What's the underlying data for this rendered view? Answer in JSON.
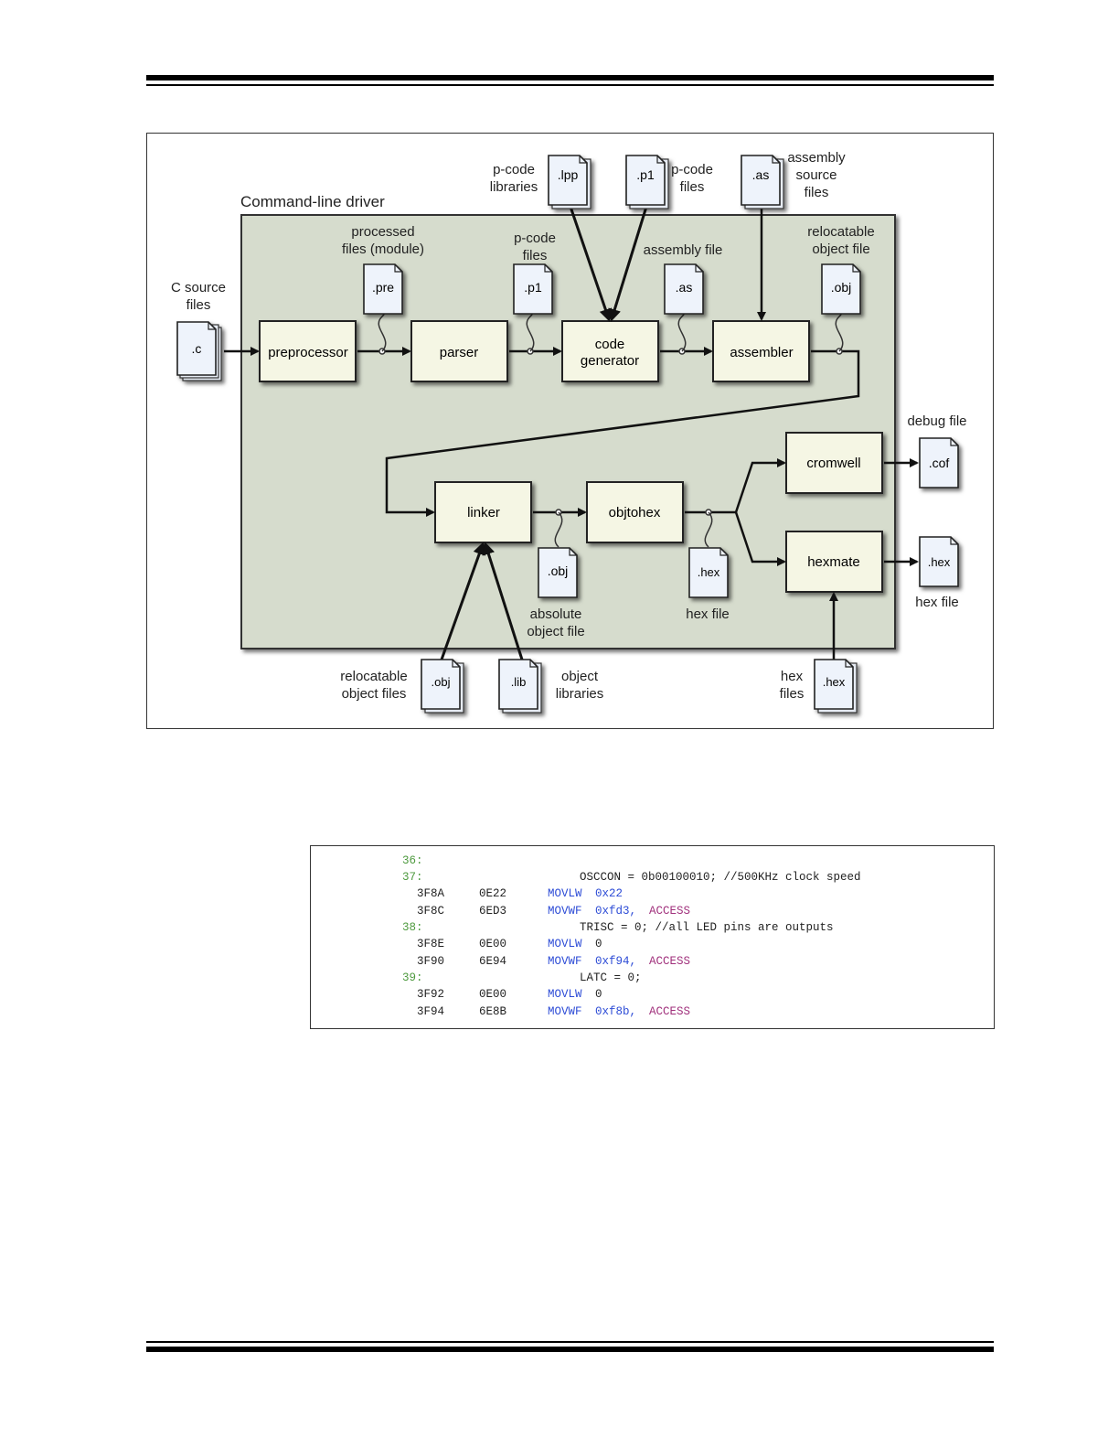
{
  "figure": {
    "driver_label": "Command-line driver",
    "stages": {
      "preprocessor": "preprocessor",
      "parser": "parser",
      "code_generator": [
        "code",
        "generator"
      ],
      "assembler": "assembler",
      "linker": "linker",
      "objtohex": "objtohex",
      "cromwell": "cromwell",
      "hexmate": "hexmate"
    },
    "files": {
      "c": ".c",
      "pre": ".pre",
      "p1_inner": ".p1",
      "as_inner": ".as",
      "obj_inner": ".obj",
      "lpp": ".lpp",
      "p1_top": ".p1",
      "as_top": ".as",
      "obj_abs": ".obj",
      "hex_inner": ".hex",
      "cof": ".cof",
      "hex_out": ".hex",
      "obj_bottom": ".obj",
      "lib": ".lib",
      "hex_bottom": ".hex"
    },
    "labels": {
      "c_source": [
        "C source",
        "files"
      ],
      "processed": [
        "processed",
        "files (module)"
      ],
      "pcode_inner": [
        "p-code",
        "files"
      ],
      "assembly_file": "assembly file",
      "relocatable_inner": [
        "relocatable",
        "object file"
      ],
      "pcode_libraries": [
        "p-code",
        "libraries"
      ],
      "pcode_files_top": [
        "p-code",
        "files"
      ],
      "assembly_source": [
        "assembly",
        "source",
        "files"
      ],
      "debug_file": "debug file",
      "absolute_object": [
        "absolute",
        "object file"
      ],
      "hex_file_inner": "hex file",
      "hex_file_out": "hex file",
      "relocatable_bottom": [
        "relocatable",
        "object files"
      ],
      "object_libraries": [
        "object",
        "libraries"
      ],
      "hex_files_bottom": [
        "hex",
        "files"
      ]
    },
    "colors": {
      "driver_fill": "#d6dccd",
      "stage_fill": "#f5f6e4",
      "file_fill": "#eef3fb"
    }
  },
  "code_listing": {
    "lines": [
      {
        "ln": "36:"
      },
      {
        "ln": "37:",
        "src": "OSCCON = 0b00100010; //500KHz clock speed"
      },
      {
        "addr": "3F8A",
        "op": "0E22",
        "mn": "MOVLW",
        "arg": "0x22"
      },
      {
        "addr": "3F8C",
        "op": "6ED3",
        "mn": "MOVWF",
        "arg": "0xfd3,",
        "acc": "ACCESS"
      },
      {
        "ln": "38:",
        "src": "TRISC = 0; //all LED pins are outputs"
      },
      {
        "addr": "3F8E",
        "op": "0E00",
        "mn": "MOVLW",
        "arg": "0"
      },
      {
        "addr": "3F90",
        "op": "6E94",
        "mn": "MOVWF",
        "arg": "0xf94,",
        "acc": "ACCESS"
      },
      {
        "ln": "39:",
        "src": "LATC = 0;"
      },
      {
        "addr": "3F92",
        "op": "0E00",
        "mn": "MOVLW",
        "arg": "0"
      },
      {
        "addr": "3F94",
        "op": "6E8B",
        "mn": "MOVWF",
        "arg": "0xf8b,",
        "acc": "ACCESS"
      }
    ]
  }
}
